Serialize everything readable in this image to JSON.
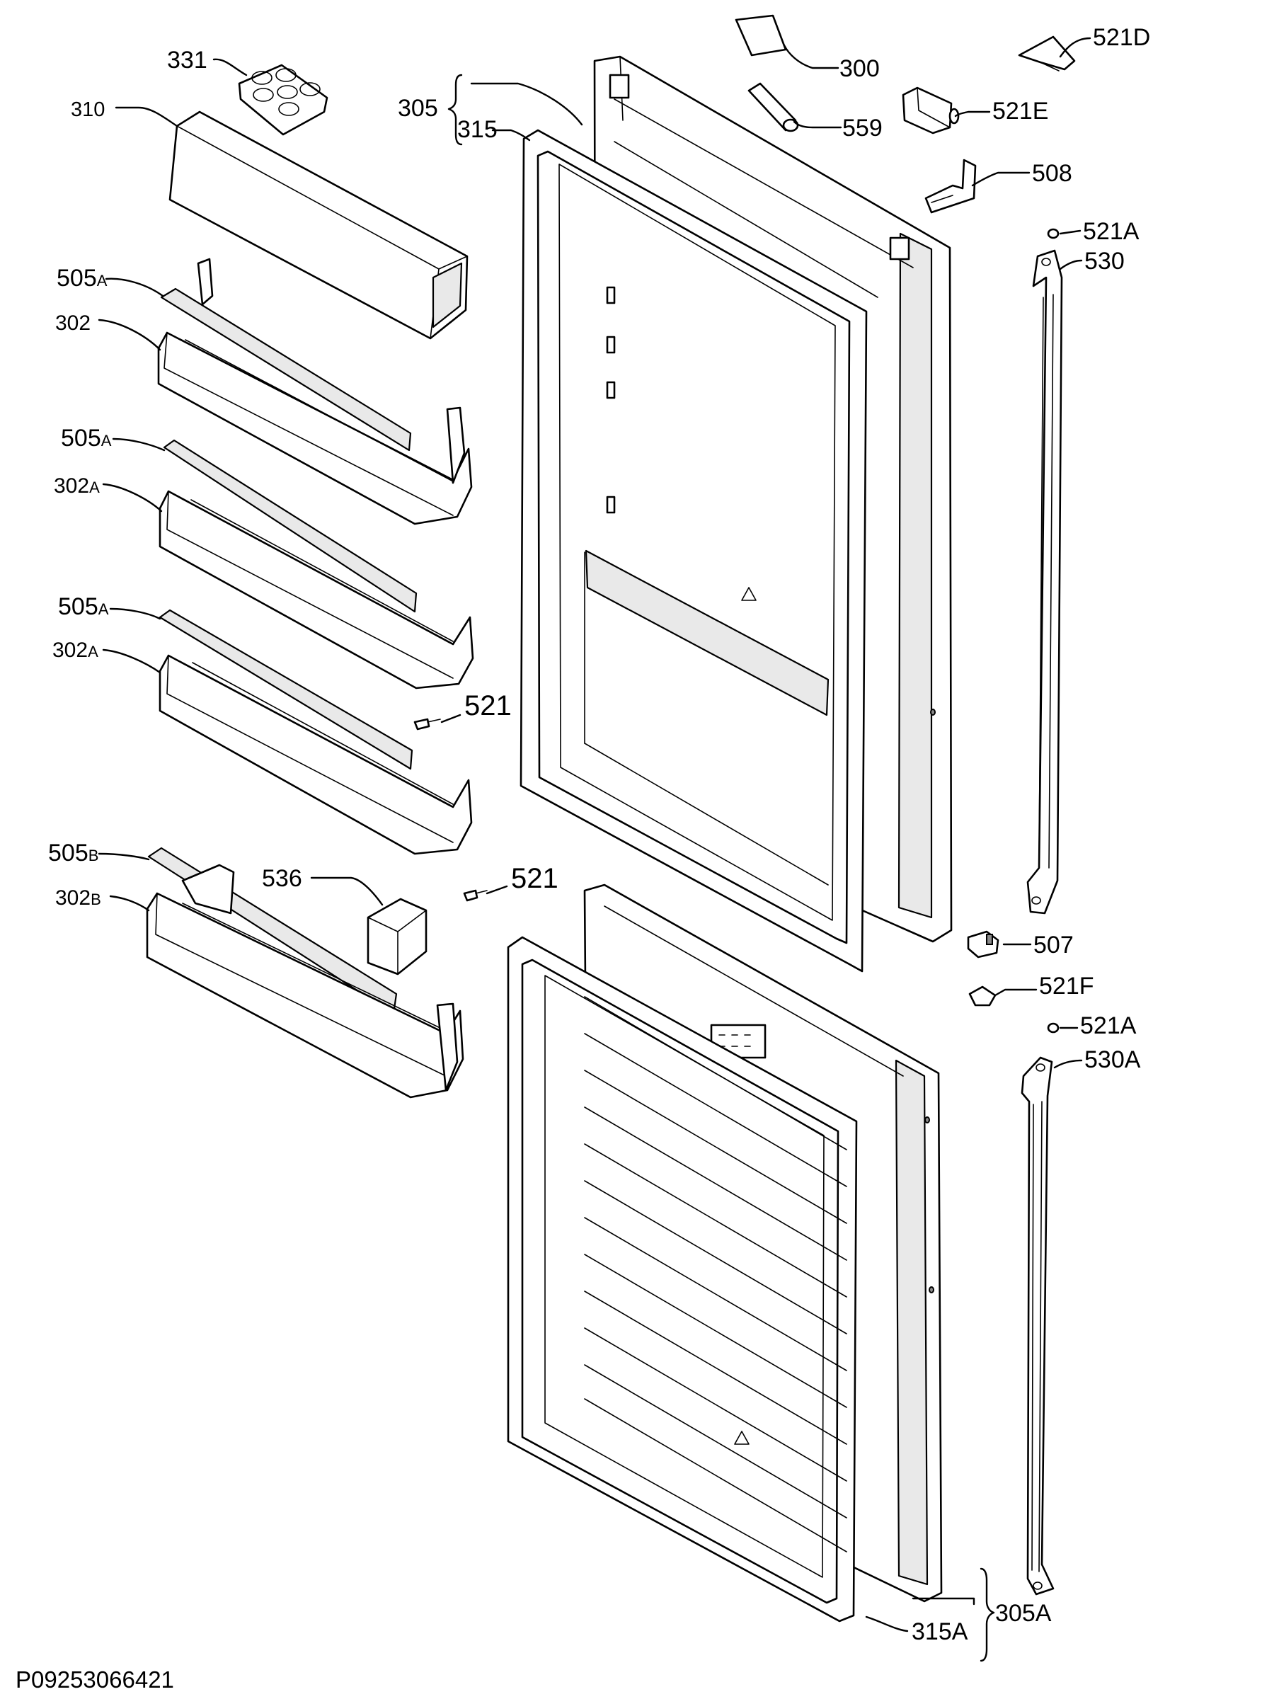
{
  "doc_code": "P09253066421",
  "callouts": [
    {
      "id": "c331",
      "text": "331",
      "sub": ""
    },
    {
      "id": "c310",
      "text": "310",
      "sub": ""
    },
    {
      "id": "c505a1",
      "text": "505",
      "sub": "A"
    },
    {
      "id": "c302",
      "text": "302",
      "sub": ""
    },
    {
      "id": "c505a2",
      "text": "505",
      "sub": "A"
    },
    {
      "id": "c302a1",
      "text": "302",
      "sub": "A"
    },
    {
      "id": "c505a3",
      "text": "505",
      "sub": "A"
    },
    {
      "id": "c302a2",
      "text": "302",
      "sub": "A"
    },
    {
      "id": "c505b",
      "text": "505",
      "sub": "B"
    },
    {
      "id": "c302b",
      "text": "302",
      "sub": "B"
    },
    {
      "id": "c536",
      "text": "536",
      "sub": ""
    },
    {
      "id": "c521a",
      "text": "521",
      "sub": ""
    },
    {
      "id": "c521b",
      "text": "521",
      "sub": ""
    },
    {
      "id": "c305",
      "text": "305",
      "sub": ""
    },
    {
      "id": "c315",
      "text": "315",
      "sub": ""
    },
    {
      "id": "c300",
      "text": "300",
      "sub": ""
    },
    {
      "id": "c559",
      "text": "559",
      "sub": ""
    },
    {
      "id": "c521d",
      "text": "521D",
      "sub": ""
    },
    {
      "id": "c521e",
      "text": "521E",
      "sub": ""
    },
    {
      "id": "c508",
      "text": "508",
      "sub": ""
    },
    {
      "id": "c521a1",
      "text": "521A",
      "sub": ""
    },
    {
      "id": "c530",
      "text": "530",
      "sub": ""
    },
    {
      "id": "c507",
      "text": "507",
      "sub": ""
    },
    {
      "id": "c521f",
      "text": "521F",
      "sub": ""
    },
    {
      "id": "c521a2",
      "text": "521A",
      "sub": ""
    },
    {
      "id": "c530a",
      "text": "530A",
      "sub": ""
    },
    {
      "id": "c315a",
      "text": "315A",
      "sub": ""
    },
    {
      "id": "c305a",
      "text": "305A",
      "sub": ""
    }
  ]
}
